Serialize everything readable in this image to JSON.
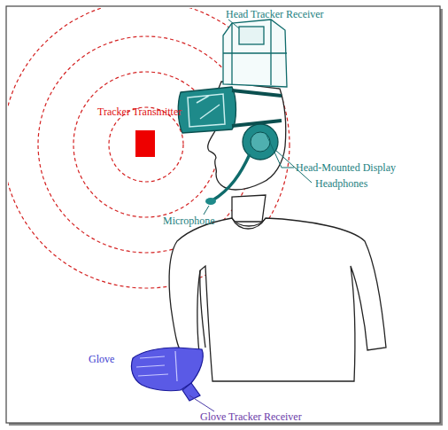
{
  "diagram": {
    "labels": [
      "Tracker Transmitter",
      "Head Tracker Receiver",
      "Head-Mounted Display",
      "Headphones",
      "Microphone",
      "Glove",
      "Glove Tracker Receiver"
    ]
  }
}
